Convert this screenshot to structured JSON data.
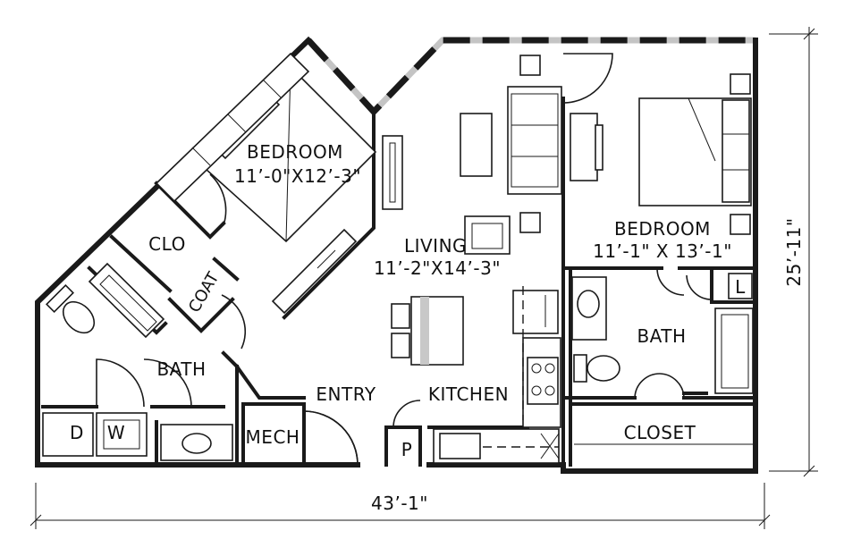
{
  "rooms": {
    "bedroom_1": {
      "name": "BEDROOM",
      "size": "11’-0\"X12’-3\""
    },
    "closet_1": {
      "name": "CLO"
    },
    "coat": {
      "name": "COAT"
    },
    "bath_1": {
      "name": "BATH"
    },
    "dryer": {
      "name": "D"
    },
    "washer": {
      "name": "W"
    },
    "mech": {
      "name": "MECH"
    },
    "entry": {
      "name": "ENTRY"
    },
    "pantry": {
      "name": "P"
    },
    "living": {
      "name": "LIVING",
      "size": "11’-2\"X14’-3\""
    },
    "kitchen": {
      "name": "KITCHEN"
    },
    "bedroom_2": {
      "name": "BEDROOM",
      "size": "11’-1\"  X  13’-1\""
    },
    "linen": {
      "name": "L"
    },
    "bath_2": {
      "name": "BATH"
    },
    "closet_2": {
      "name": "CLOSET"
    }
  },
  "dimensions": {
    "overall_width": "43’-1\"",
    "overall_depth": "25’-11\""
  },
  "colors": {
    "wall": "#1a1a1a",
    "glazing": "#c4c4c4",
    "background": "#ffffff"
  }
}
